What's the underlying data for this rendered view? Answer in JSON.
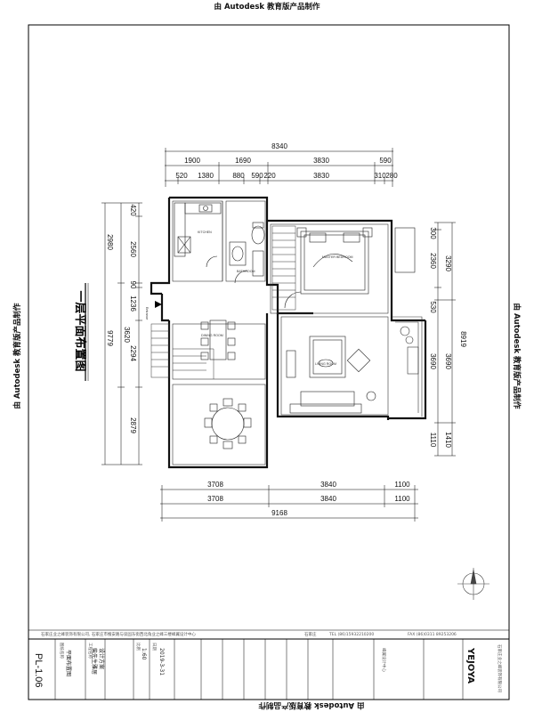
{
  "watermark": {
    "top": "由 Autodesk 教育版产品制作",
    "bottom": "由 Autodesk 教育版产品制作",
    "left": "由 Autodesk 教育版产品制作",
    "right": "由 Autodesk 教育版产品制作"
  },
  "drawing_title": "一层平面布置图",
  "dimensions": {
    "top_total": "8340",
    "top_row1": [
      "1900",
      "1690",
      "3830",
      "590"
    ],
    "top_row2": [
      "520",
      "1380",
      "880",
      "590",
      "220",
      "3830",
      "310",
      "280"
    ],
    "left_outer": [
      "2980",
      "9779"
    ],
    "left_inner": [
      "420",
      "2560",
      "90",
      "1236",
      "2294",
      "2879"
    ],
    "left_inner_b": [
      "3620"
    ],
    "right_outer": [
      "8919"
    ],
    "right_row1": [
      "3290",
      "3690",
      "1410"
    ],
    "right_row2": [
      "300",
      "2360",
      "530",
      "3690",
      "1110"
    ],
    "bottom_row1": [
      "3708",
      "3840",
      "1100"
    ],
    "bottom_row2": [
      "3708",
      "3840",
      "1100"
    ],
    "bottom_total": "9168"
  },
  "room_labels": {
    "kitchen": "KITCHEN",
    "bathroom": "BATHROOM",
    "living": "LIVING ROOM",
    "dining": "DINING ROOM",
    "bedroom": "MASTER BEDROOM",
    "entrance": "Entrance"
  },
  "title_block": {
    "company": "石家庄业之峰装饰有限公司, 石家庄市槐安路与谈固东街西北角业之峰三楼峰翼设计中心",
    "city": "石家庄",
    "tel": "TEL (86)15932210200",
    "fax": "FAX (86)0311 89253206",
    "drawing_no": "PL-1.06",
    "project_label": "工程名称",
    "project": "柴先生雅居",
    "scheme": "设计方案",
    "drawing_label": "图纸名称",
    "drawing_name": "平面布置图",
    "date_label": "日期",
    "date": "2019-3-31",
    "scale_label": "比例",
    "scale": "1:60",
    "logo": "YEJOYA",
    "logo_sub": "石家庄业之峰装饰有限公司",
    "note_block": "峰翼设计中心"
  },
  "colors": {
    "line": "#111111",
    "hatch": "#555555",
    "frame": "#000000"
  }
}
